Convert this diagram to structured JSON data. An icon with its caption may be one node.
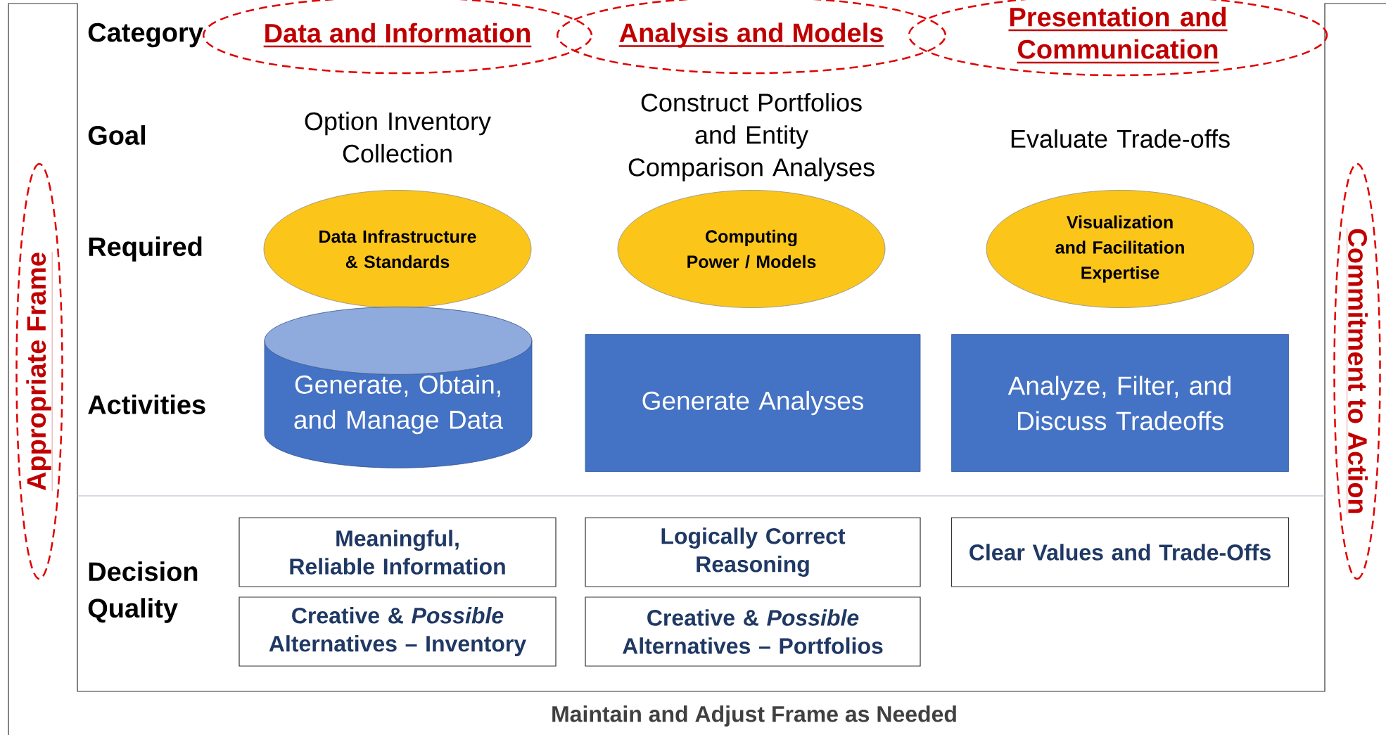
{
  "diagram": {
    "nodes": [
      {
        "text": [
          "Data and Information"
        ]
      },
      {
        "text": [
          "Analysis and Models"
        ]
      },
      {
        "text": [
          "Presentation and Communication"
        ]
      },
      {
        "text": [
          "Appropriate Frame"
        ]
      },
      {
        "text": [
          "Commitment to Action"
        ]
      },
      {
        "text": [
          "Data Infrastructure & Standards"
        ]
      },
      {
        "text": [
          "Computing Power / Models"
        ]
      },
      {
        "text": [
          "Visualization and Facilitation Expertise"
        ]
      },
      {
        "text": [
          "Generate, Obtain, and Manage Data"
        ]
      },
      {
        "text": [
          "Generate Analyses"
        ]
      },
      {
        "text": [
          "Analyze, Filter, and Discuss Tradeoffs"
        ]
      },
      {
        "text": [
          "Meaningful, Reliable Information"
        ]
      },
      {
        "text": [
          "Logically Correct Reasoning"
        ]
      },
      {
        "text": [
          "Clear Values and Trade-Offs"
        ]
      },
      {
        "text": [
          "Creative & *Possible* Alternatives – Inventory"
        ]
      },
      {
        "text": [
          "Creative & *Possible* Alternatives – Portfolios"
        ]
      }
    ],
    "labels": [
      "Category",
      "Goal",
      "Option Inventory Collection",
      "Construct Portfolios and Entity Comparison Analyses",
      "Evaluate Trade-offs",
      "Required",
      "Activities",
      "Decision Quality",
      "Maintain and Adjust Frame as Needed"
    ]
  }
}
